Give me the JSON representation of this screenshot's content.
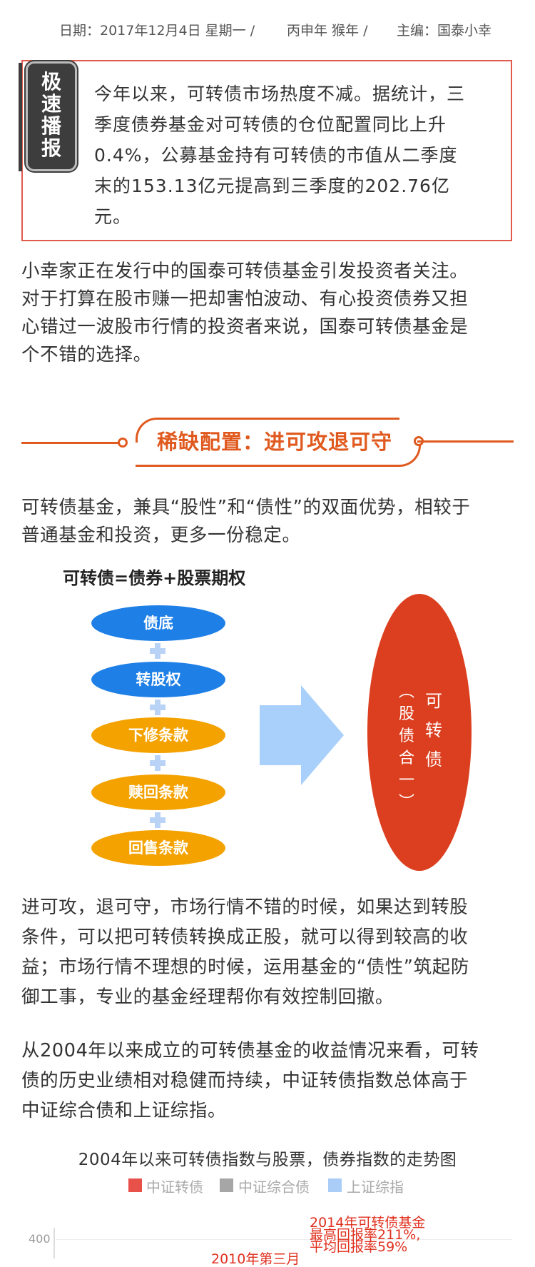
{
  "header": {
    "date": "日期：2017年12月4日  星期一 /",
    "lunar": "丙申年   猴年 /",
    "editor": "主编：国泰小幸"
  },
  "news": {
    "badge": "极速播报",
    "lines": [
      "今年以来，可转债市场热度不减。据统计，三",
      "季度债券基金对可转债的仓位配置同比上升",
      "0.4%，公募基金持有可转债的市值从二季度",
      "末的153.13亿元提高到三季度的202.76亿",
      "元。"
    ]
  },
  "para1": {
    "lines": [
      "小幸家正在发行中的国泰可转债基金引发投资者关注。",
      "对于打算在股市赚一把却害怕波动、有心投资债券又担",
      "心错过一波股市行情的投资者来说，国泰可转债基金是",
      "个不错的选择。"
    ]
  },
  "section": {
    "title": "稀缺配置：进可攻退可守",
    "color": "#e05a1f"
  },
  "para2": {
    "lines": [
      "可转债基金，兼具“股性”和“债性”的双面优势，相较于",
      "普通基金和投资，更多一份稳定。"
    ]
  },
  "diagram": {
    "formula": "可转债=债券+股票期权",
    "components": [
      {
        "label": "债底",
        "color": "#1e7fe6"
      },
      {
        "label": "转股权",
        "color": "#1e7fe6"
      },
      {
        "label": "下修条款",
        "color": "#f4a200"
      },
      {
        "label": "赎回条款",
        "color": "#f4a200"
      },
      {
        "label": "回售条款",
        "color": "#f4a200"
      }
    ],
    "arrow_color": "#a9d0fb",
    "result": {
      "title_chars": [
        "可",
        "转",
        "债"
      ],
      "sub_chars": [
        "︵",
        "股",
        "债",
        "合",
        "一",
        "︶"
      ],
      "color": "#dc3f1f"
    }
  },
  "para3": {
    "lines": [
      "进可攻，退可守，市场行情不错的时候，如果达到转股",
      "条件，可以把可转债转换成正股，就可以得到较高的收",
      "益；市场行情不理想的时候，运用基金的“债性”筑起防",
      "御工事，专业的基金经理帮你有效控制回撤。"
    ]
  },
  "para4": {
    "lines": [
      "从2004年以来成立的可转债基金的收益情况来看，可转",
      "债的历史业绩相对稳健而持续，中证转债指数总体高于",
      "中证综合债和上证综指。"
    ]
  },
  "chart": {
    "title": "2004年以来可转债指数与股票，债券指数的走势图",
    "legend": [
      {
        "name": "中证转债",
        "color": "#e8504a"
      },
      {
        "name": "中证综合债",
        "color": "#a6a6a6"
      },
      {
        "name": "上证综指",
        "color": "#a9cdf7"
      }
    ],
    "y_tick": "400",
    "annotation1": [
      "2014年可转债基金",
      "最高回报率211%,",
      "平均回报率59%"
    ],
    "annotation2": "2010年第三月"
  }
}
